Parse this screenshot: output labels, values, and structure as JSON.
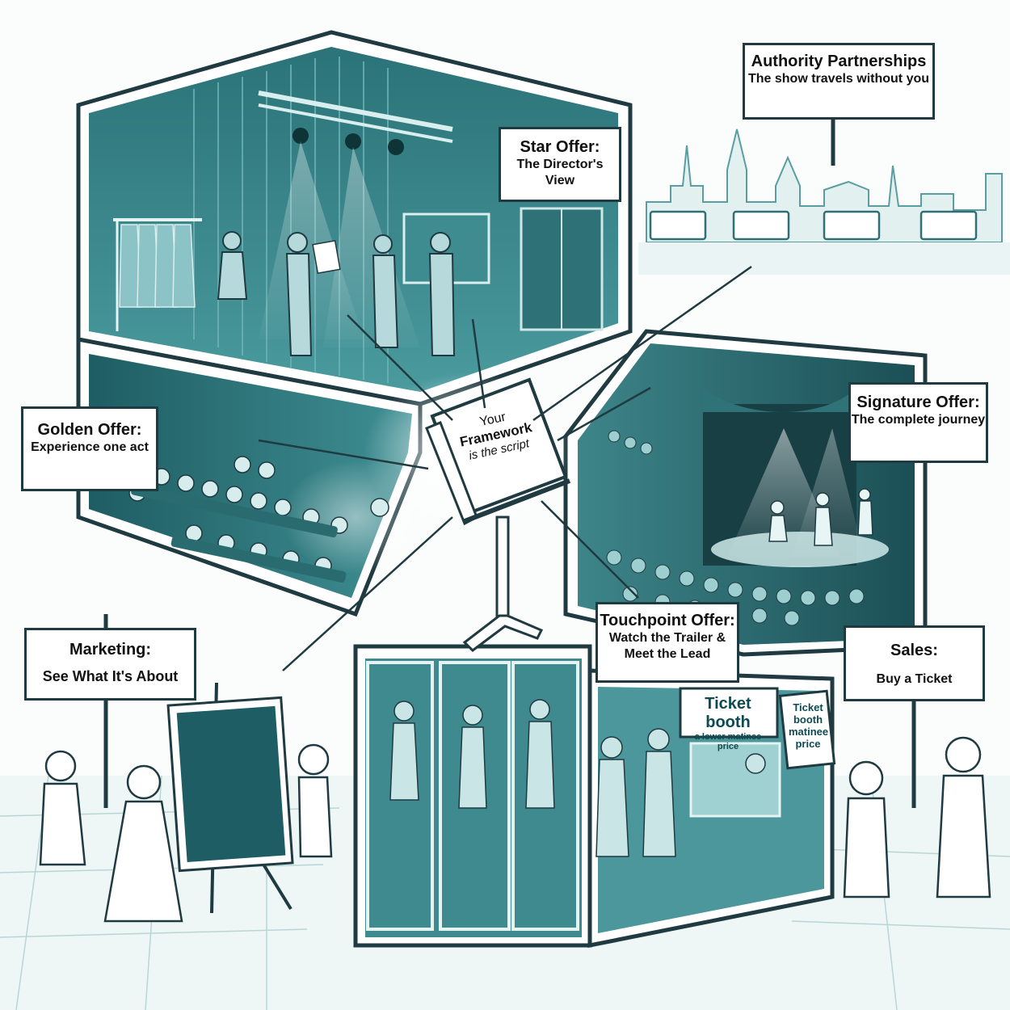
{
  "signs": {
    "authority": {
      "title": "Authority Partnerships",
      "subtitle": "The show travels without you"
    },
    "star": {
      "title": "Star Offer:",
      "subtitle": "The Director's View"
    },
    "golden": {
      "title": "Golden Offer:",
      "subtitle": "Experience one act"
    },
    "signature": {
      "title": "Signature Offer:",
      "subtitle": "The complete journey"
    },
    "touchpoint": {
      "title": "Touchpoint Offer:",
      "subtitle": "Watch the Trailer & Meet the Lead"
    },
    "marketing": {
      "title": "Marketing:",
      "subtitle": "See What It's About"
    },
    "sales": {
      "title": "Sales:",
      "subtitle": "Buy a Ticket"
    }
  },
  "music_stand": {
    "line1": "Your",
    "line2": "Framework",
    "line3": "is the script"
  },
  "ticket_booth": {
    "title": "Ticket booth",
    "subtitle": "a lower matinee price",
    "side_label": "Ticket booth matinee price"
  },
  "colors": {
    "teal_dark": "#1f5f66",
    "teal_mid": "#3b8a90",
    "teal_light": "#9fd0d2",
    "ink": "#1f3a40",
    "ground": "#e8f3f3"
  }
}
